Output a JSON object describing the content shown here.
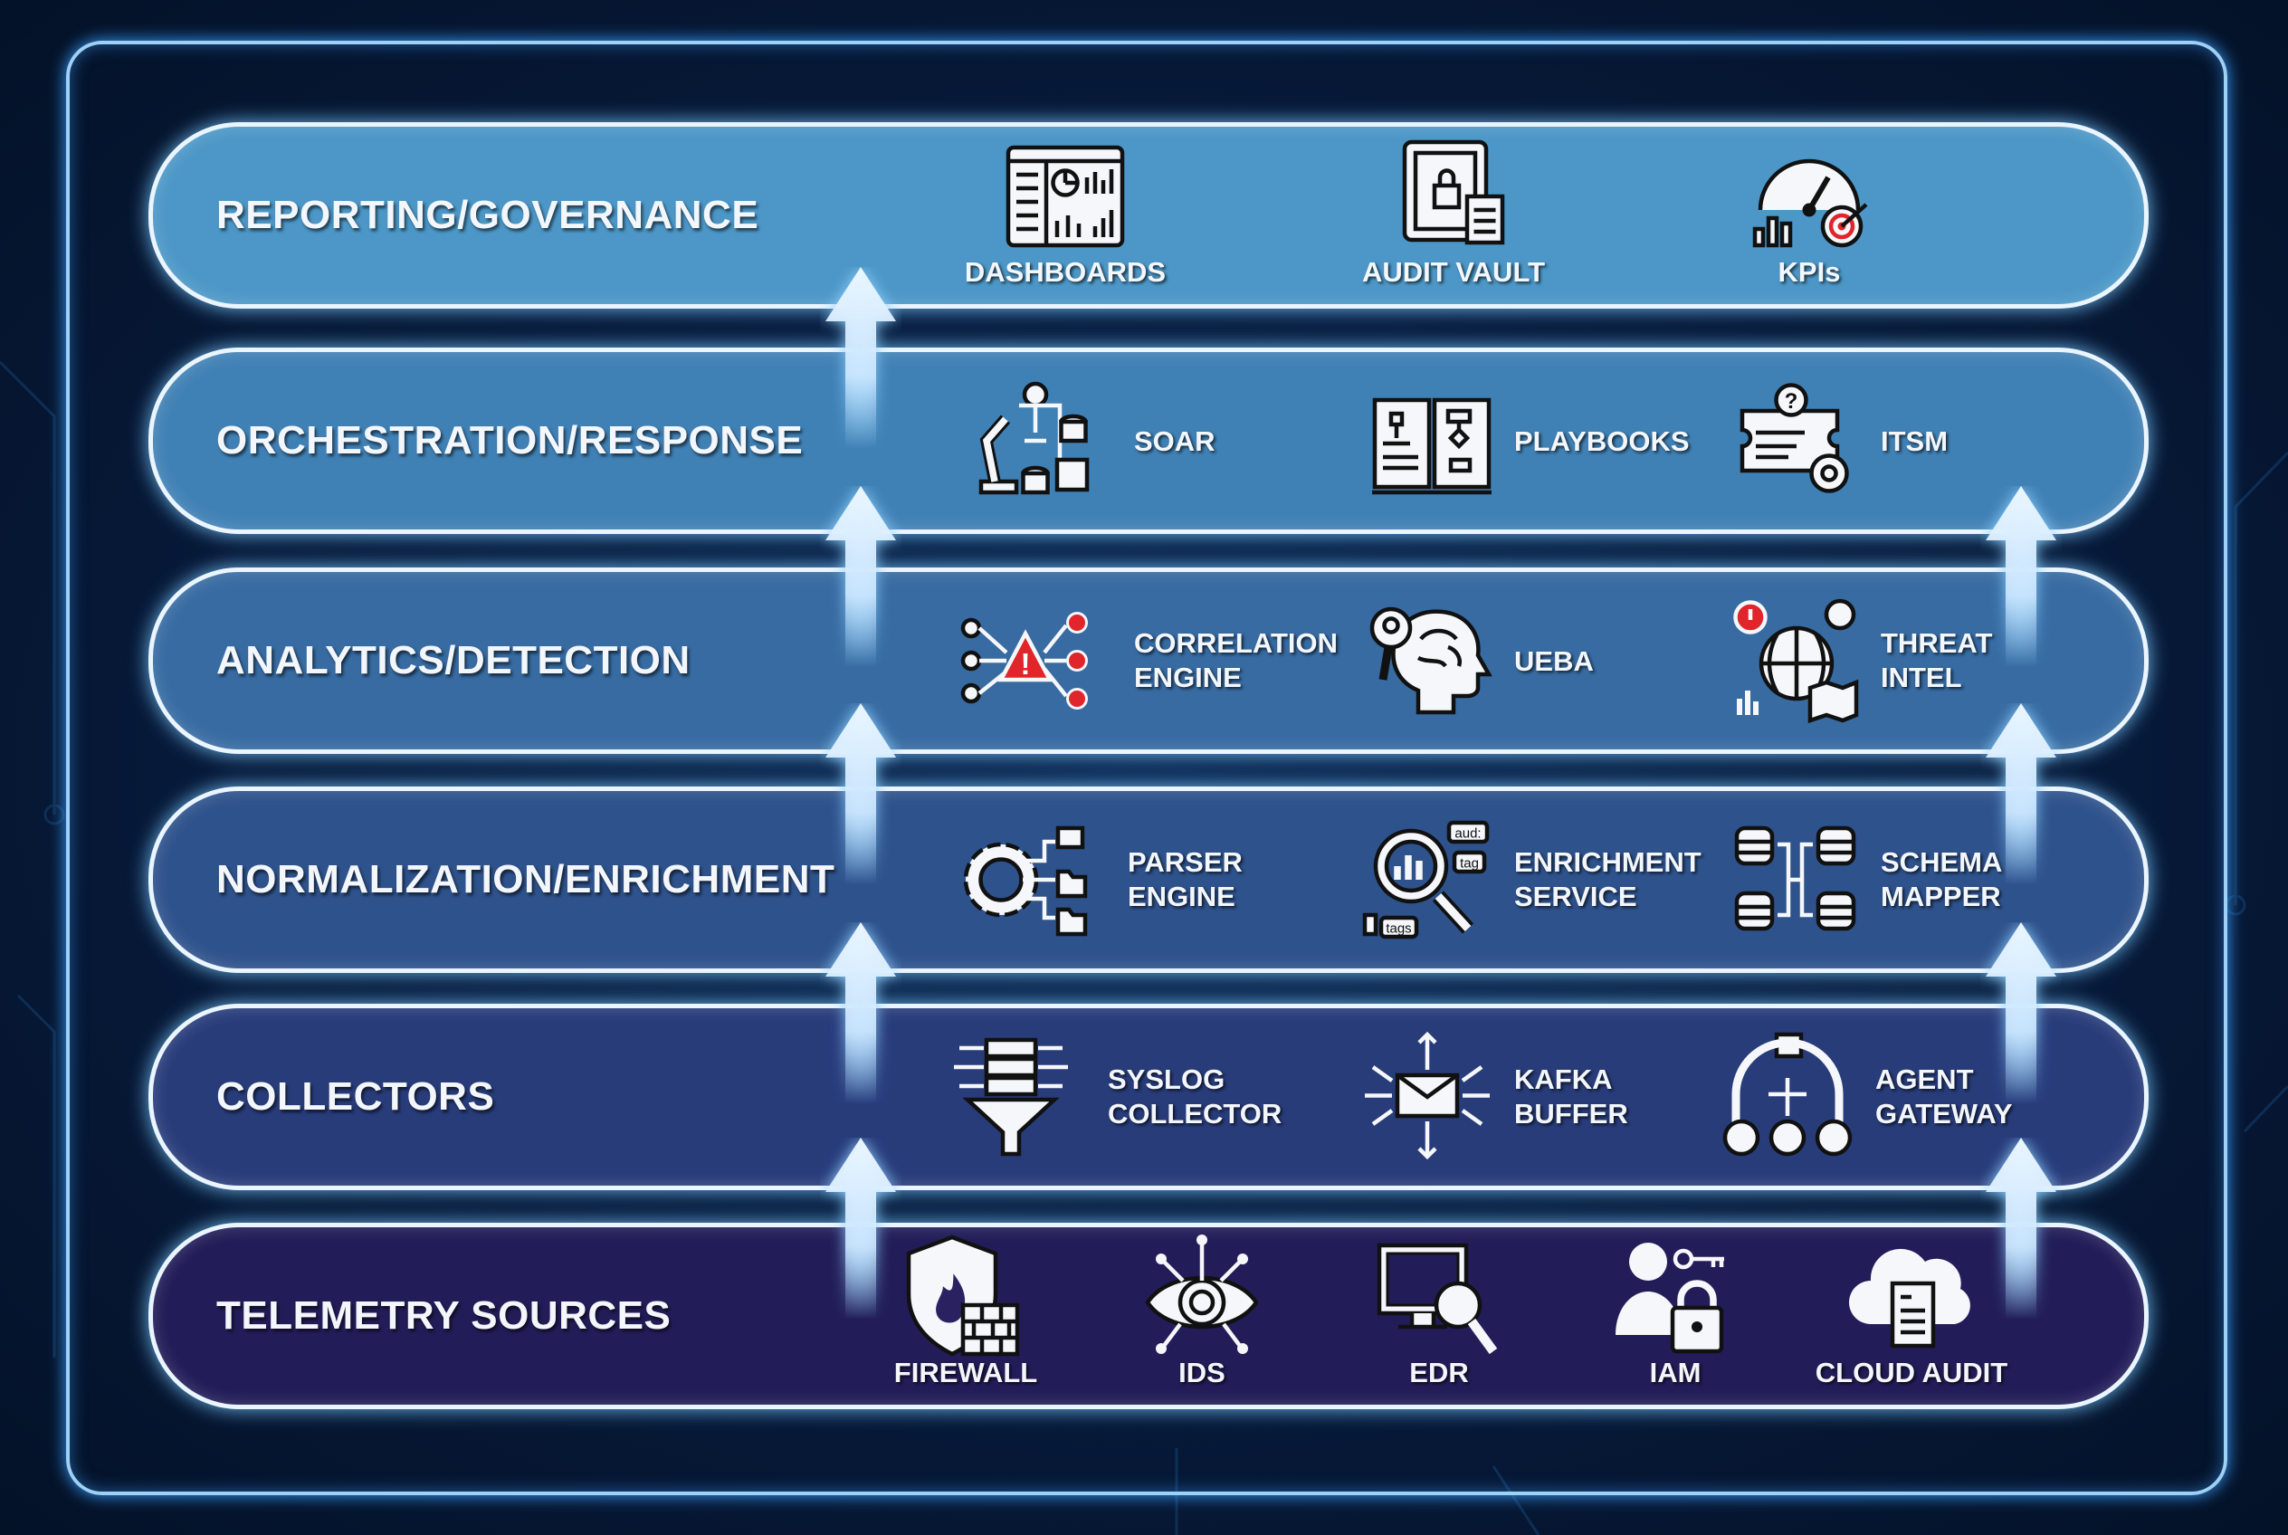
{
  "colors": {
    "background": "#071a3a",
    "frame": "#9fd0f5",
    "band_border": "#eaf5ff",
    "alert_red": "#e0252b"
  },
  "layers": [
    {
      "label": "REPORTING/GOVERNANCE",
      "color": "#4c97c7",
      "label_position": "below",
      "items": [
        {
          "label": "DASHBOARDS",
          "icon": "dashboard-icon"
        },
        {
          "label": "AUDIT VAULT",
          "icon": "vault-icon"
        },
        {
          "label": "KPIs",
          "icon": "gauge-target-icon"
        }
      ]
    },
    {
      "label": "ORCHESTRATION/RESPONSE",
      "color": "#4081b5",
      "label_position": "right",
      "items": [
        {
          "label": "SOAR",
          "icon": "robot-arm-workflow-icon"
        },
        {
          "label": "PLAYBOOKS",
          "icon": "playbook-icon"
        },
        {
          "label": "ITSM",
          "icon": "ticket-gear-icon"
        }
      ]
    },
    {
      "label": "ANALYTICS/DETECTION",
      "color": "#376ba2",
      "label_position": "right",
      "items": [
        {
          "label": "CORRELATION\nENGINE",
          "icon": "correlation-alert-icon"
        },
        {
          "label": "UEBA",
          "icon": "brain-user-icon"
        },
        {
          "label": "THREAT\nINTEL",
          "icon": "globe-alert-icon"
        }
      ]
    },
    {
      "label": "NORMALIZATION/ENRICHMENT",
      "color": "#2e528c",
      "label_position": "right",
      "items": [
        {
          "label": "PARSER\nENGINE",
          "icon": "gear-parser-icon"
        },
        {
          "label": "ENRICHMENT\nSERVICE",
          "icon": "magnifier-tags-icon",
          "tags": [
            "aud:",
            "tag",
            "tags"
          ]
        },
        {
          "label": "SCHEMA\nMAPPER",
          "icon": "database-mapping-icon"
        }
      ]
    },
    {
      "label": "COLLECTORS",
      "color": "#283c7a",
      "label_position": "right",
      "items": [
        {
          "label": "SYSLOG\nCOLLECTOR",
          "icon": "server-funnel-icon"
        },
        {
          "label": "KAFKA\nBUFFER",
          "icon": "envelope-arrows-icon"
        },
        {
          "label": "AGENT\nGATEWAY",
          "icon": "agents-gateway-icon"
        }
      ]
    },
    {
      "label": "TELEMETRY SOURCES",
      "color": "#221d58",
      "label_position": "below",
      "items": [
        {
          "label": "FIREWALL",
          "icon": "firewall-shield-icon"
        },
        {
          "label": "IDS",
          "icon": "eye-network-icon"
        },
        {
          "label": "EDR",
          "icon": "monitor-magnifier-icon"
        },
        {
          "label": "IAM",
          "icon": "user-key-lock-icon"
        },
        {
          "label": "CLOUD AUDIT",
          "icon": "cloud-document-icon"
        }
      ]
    }
  ]
}
